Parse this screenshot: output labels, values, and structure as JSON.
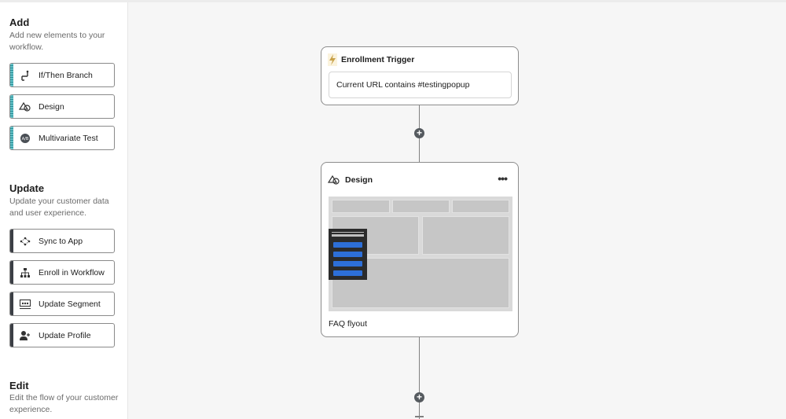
{
  "sidebar": {
    "add": {
      "title": "Add",
      "description": "Add new elements to your workflow.",
      "items": [
        {
          "label": "If/Then Branch",
          "icon": "branch-icon"
        },
        {
          "label": "Design",
          "icon": "shapes-icon"
        },
        {
          "label": "Multivariate Test",
          "icon": "ab-test-icon"
        }
      ]
    },
    "update": {
      "title": "Update",
      "description": "Update your customer data and user experience.",
      "items": [
        {
          "label": "Sync to App",
          "icon": "sync-icon"
        },
        {
          "label": "Enroll in Workflow",
          "icon": "hierarchy-icon"
        },
        {
          "label": "Update Segment",
          "icon": "segment-icon"
        },
        {
          "label": "Update Profile",
          "icon": "user-add-icon"
        }
      ]
    },
    "edit": {
      "title": "Edit",
      "description": "Edit the flow of your customer experience."
    }
  },
  "canvas": {
    "trigger": {
      "title": "Enrollment Trigger",
      "condition": "Current URL contains #testingpopup",
      "icon": "lightning-icon"
    },
    "design": {
      "title": "Design",
      "icon": "shapes-icon",
      "menu_icon": "more-icon",
      "name": "FAQ flyout"
    },
    "plus_symbol": "+"
  },
  "colors": {
    "teal_grip": "#64c1c7",
    "dark_grip": "#3b3f45",
    "popup_button": "#2d6fd8"
  }
}
